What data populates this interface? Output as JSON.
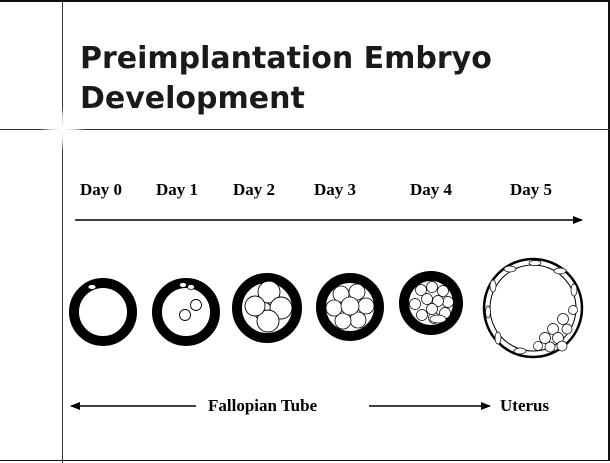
{
  "title": {
    "line1": "Preimplantation Embryo",
    "line2": "Development"
  },
  "days": [
    "Day 0",
    "Day 1",
    "Day 2",
    "Day 3",
    "Day 4",
    "Day 5"
  ],
  "locations": {
    "tube": "Fallopian Tube",
    "uterus": "Uterus"
  }
}
